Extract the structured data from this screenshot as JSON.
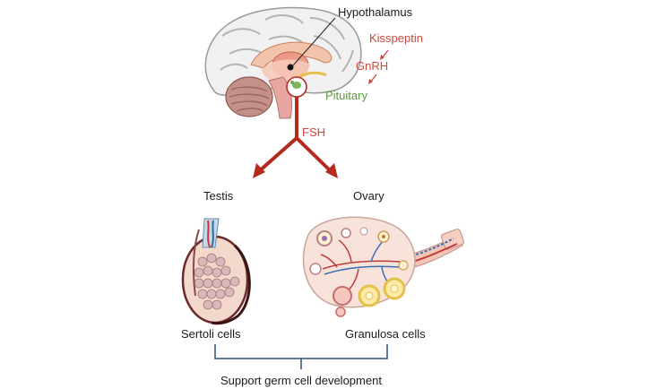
{
  "labels": {
    "hypothalamus": "Hypothalamus",
    "kisspeptin": "Kisspeptin",
    "gnrh": "GnRH",
    "pituitary": "Pituitary",
    "fsh": "FSH",
    "testis": "Testis",
    "ovary": "Ovary",
    "sertoli": "Sertoli cells",
    "granulosa": "Granulosa cells",
    "support": "Support germ cell development"
  },
  "colors": {
    "arrow": "#b52a1f",
    "hormone_text": "#c8473a",
    "pituitary_text": "#5a9a3c",
    "bracket": "#2d4a7a"
  }
}
